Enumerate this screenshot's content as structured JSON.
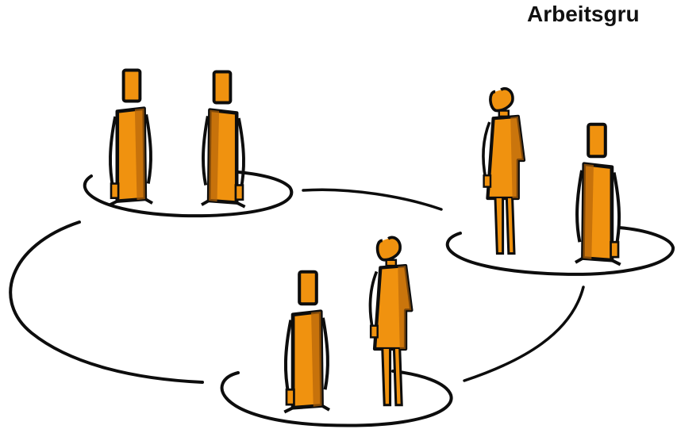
{
  "header": {
    "title": "Arbeitsgru"
  },
  "colors": {
    "figure_fill": "#f0920f",
    "figure_shadow": "#b5650a",
    "ink": "#0d0d0d"
  },
  "groups": [
    {
      "name": "group-top-left",
      "members": [
        "man",
        "man"
      ]
    },
    {
      "name": "group-right",
      "members": [
        "woman",
        "man"
      ]
    },
    {
      "name": "group-bottom",
      "members": [
        "man",
        "woman"
      ]
    }
  ]
}
